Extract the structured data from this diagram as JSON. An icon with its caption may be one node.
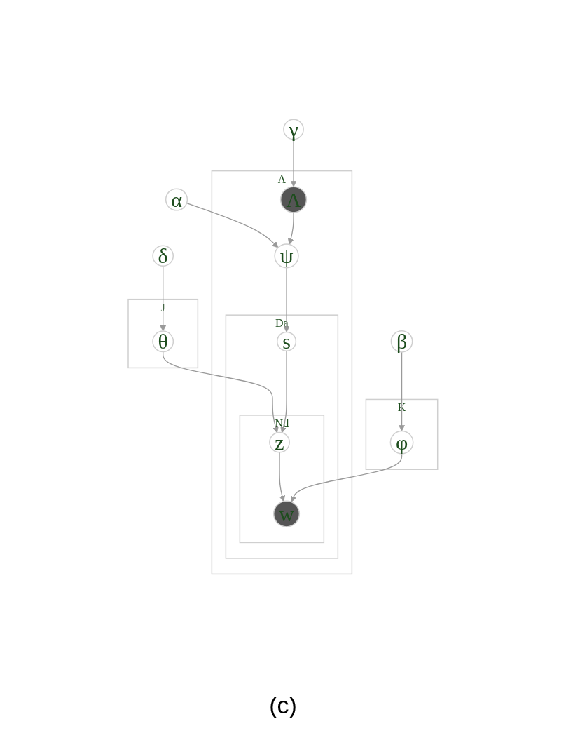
{
  "diagram": {
    "caption": "(c)",
    "nodes": [
      {
        "text": [
          "δ"
        ]
      },
      {
        "text": [
          "α"
        ]
      },
      {
        "text": [
          "A"
        ]
      },
      {
        "text": [
          "J"
        ]
      },
      {
        "text": [
          "θ"
        ],
        "in": 3
      },
      {
        "text": [
          "ψ"
        ],
        "in": 2
      },
      {
        "text": [
          "Λ"
        ],
        "in": 2
      },
      {
        "text": [
          "γ"
        ]
      },
      {
        "text": [
          "Da"
        ],
        "in": 2
      },
      {
        "text": [
          "s"
        ],
        "in": 8
      },
      {
        "text": [
          "Nd"
        ],
        "in": 8
      },
      {
        "text": [
          "z"
        ],
        "in": 10
      },
      {
        "text": [
          "w"
        ],
        "in": 10
      },
      {
        "text": [
          "K"
        ]
      },
      {
        "text": [
          "φ"
        ],
        "in": 13
      },
      {
        "text": [
          "β"
        ]
      }
    ],
    "edges": [
      {
        "from": 0,
        "to": 4,
        "arrow": "to"
      },
      {
        "from": 1,
        "to": 5,
        "arrow": "to"
      },
      {
        "from": 7,
        "to": 6,
        "arrow": "to"
      },
      {
        "from": 6,
        "to": 5,
        "arrow": "to"
      },
      {
        "from": 5,
        "to": 9,
        "arrow": "to"
      },
      {
        "from": 4,
        "to": 11,
        "arrow": "to"
      },
      {
        "from": 9,
        "to": 11,
        "arrow": "to"
      },
      {
        "from": 11,
        "to": 12,
        "arrow": "to"
      },
      {
        "from": 14,
        "to": 12,
        "arrow": "to"
      },
      {
        "from": 15,
        "to": 14,
        "arrow": "to"
      }
    ]
  }
}
